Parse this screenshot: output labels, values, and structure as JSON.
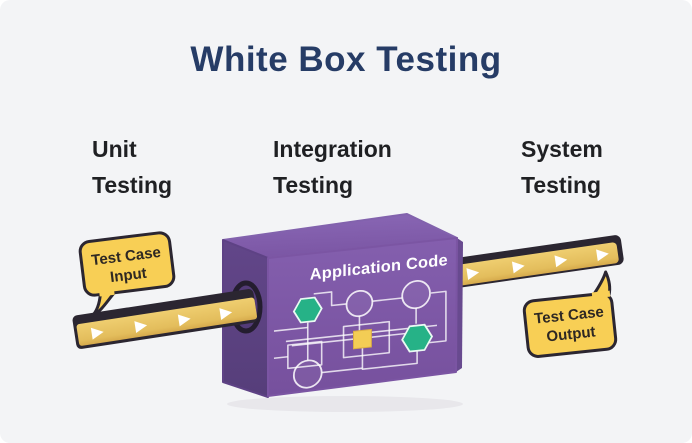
{
  "title": "White Box Testing",
  "stages": {
    "unit": "Unit\nTesting",
    "integration": "Integration\nTesting",
    "system": "System\nTesting"
  },
  "box": {
    "label": "Application Code"
  },
  "bubbles": {
    "input": {
      "line1": "Test Case",
      "line2": "Input"
    },
    "output": {
      "line1": "Test Case",
      "line2": "Output"
    }
  },
  "colors": {
    "background": "#f3f4f6",
    "title_navy": "#263c66",
    "label_text": "#1f2023",
    "box_purple_front": "#7d58a7",
    "box_purple_top": "#8465af",
    "box_purple_side": "#5e4285",
    "belt_yellow": "#e7c262",
    "bubble_yellow": "#f8cf55",
    "outline_dark": "#2b2631",
    "node_green": "#26b287",
    "node_yellow": "#f3cd55",
    "circuit_line": "#ffffff"
  }
}
